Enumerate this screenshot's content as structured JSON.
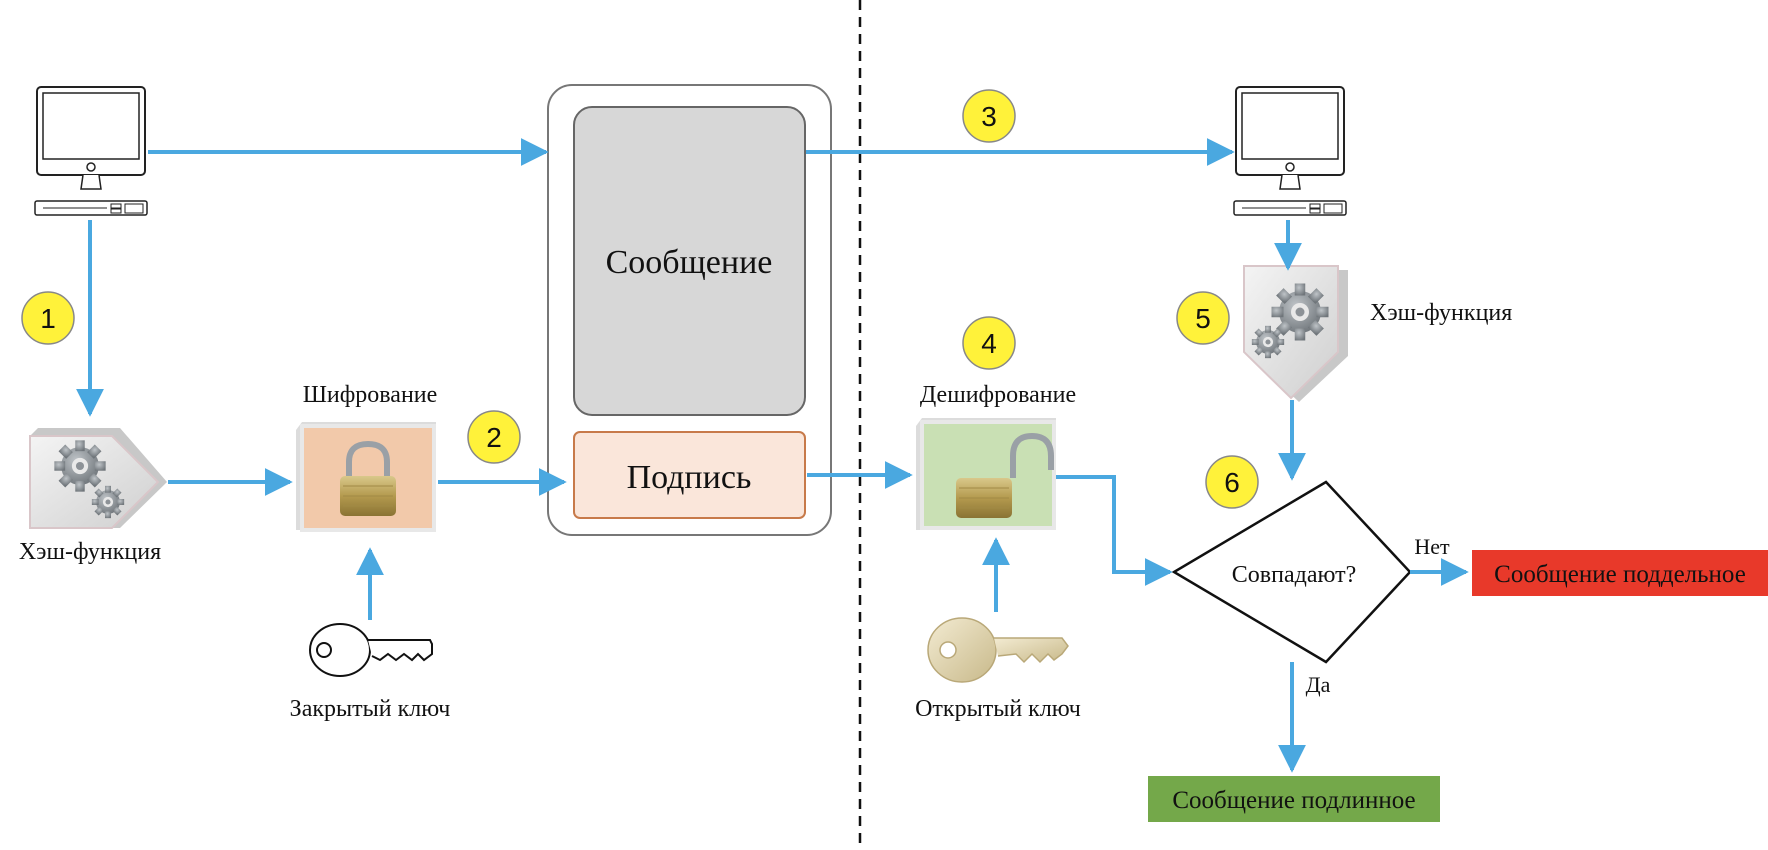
{
  "message": {
    "label": "Сообщение"
  },
  "signature": {
    "label": "Подпись"
  },
  "encryption": {
    "label": "Шифрование"
  },
  "decryption": {
    "label": "Дешифрование"
  },
  "hash_left": {
    "label": "Хэш-функция"
  },
  "hash_right": {
    "label": "Хэш-функция"
  },
  "private_key": {
    "label": "Закрытый ключ"
  },
  "public_key": {
    "label": "Открытый ключ"
  },
  "decision": {
    "label": "Совпадают?",
    "no": "Нет",
    "yes": "Да"
  },
  "result_fake": {
    "label": "Сообщение поддельное"
  },
  "result_authentic": {
    "label": "Сообщение подлинное"
  },
  "steps": [
    "1",
    "2",
    "3",
    "4",
    "5",
    "6"
  ],
  "colors": {
    "arrow": "#4aa8e0",
    "step_badge": "#fff23a",
    "fake": "#e8392a",
    "authentic": "#74a84a",
    "lock_box": "#f2c9aa",
    "unlock_box": "#c9e0b4",
    "message_box": "#d7d7d7",
    "signature_box": "#fae6da"
  },
  "icons": [
    "computer-icon",
    "gear-hash-icon",
    "lock-icon",
    "unlock-icon",
    "key-icon"
  ]
}
